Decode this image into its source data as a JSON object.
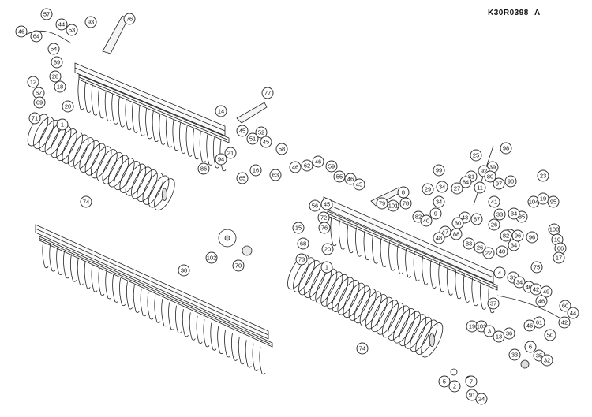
{
  "document_code": "K30R0398",
  "revision": "A",
  "part_numbers": [
    "46",
    "57",
    "44",
    "53",
    "64",
    "93",
    "76",
    "54",
    "89",
    "12",
    "28",
    "67",
    "18",
    "69",
    "20",
    "71",
    "1",
    "77",
    "14",
    "45",
    "52",
    "51",
    "45",
    "21",
    "94",
    "62",
    "86",
    "58",
    "16",
    "65",
    "46",
    "63",
    "46",
    "59",
    "55",
    "46",
    "45",
    "74",
    "99",
    "25",
    "39",
    "98",
    "92",
    "81",
    "84",
    "80",
    "90",
    "23",
    "29",
    "34",
    "27",
    "8",
    "11",
    "97",
    "104",
    "19",
    "95",
    "41",
    "56",
    "45",
    "79",
    "101",
    "78",
    "82",
    "34",
    "9",
    "43",
    "87",
    "33",
    "26",
    "40",
    "47",
    "15",
    "72",
    "88",
    "83",
    "22",
    "85",
    "100",
    "68",
    "76",
    "20",
    "30",
    "10",
    "66",
    "102",
    "70",
    "48",
    "96",
    "17",
    "73",
    "26",
    "22",
    "82",
    "34",
    "40",
    "75",
    "38",
    "1",
    "4",
    "31",
    "34",
    "40",
    "42",
    "49",
    "37",
    "46",
    "60",
    "44",
    "42",
    "19",
    "103",
    "3",
    "13",
    "36",
    "46",
    "61",
    "50",
    "74",
    "33",
    "6",
    "35",
    "32",
    "5",
    "2",
    "7",
    "91",
    "24",
    "96",
    "34"
  ]
}
